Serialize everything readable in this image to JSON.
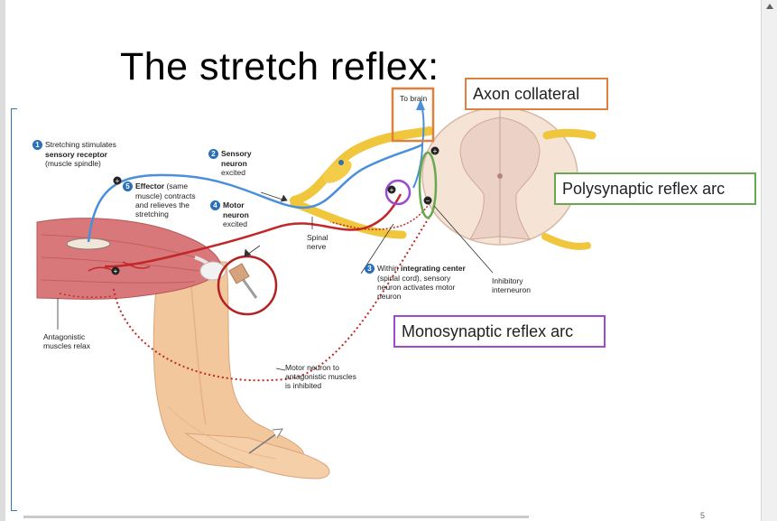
{
  "slide": {
    "title": "The stretch reflex:",
    "page_number": "5"
  },
  "callouts": {
    "axon_collateral": "Axon collateral",
    "polysynaptic": "Polysynaptic reflex arc",
    "monosynaptic": "Monosynaptic reflex arc"
  },
  "figure": {
    "to_brain": "To brain",
    "step1": {
      "num": "1",
      "line1": "Stretching stimulates",
      "line2": "sensory receptor",
      "line3": "(muscle spindle)"
    },
    "step2": {
      "num": "2",
      "line1": "Sensory",
      "line2": "neuron",
      "line3": "excited"
    },
    "step3": {
      "num": "3",
      "line1_a": "Within ",
      "line1_b": "integrating center",
      "line2": "(spinal cord), sensory",
      "line3": "neuron activates motor",
      "line4": "neuron"
    },
    "step4": {
      "num": "4",
      "line1": "Motor",
      "line2": "neuron",
      "line3": "excited"
    },
    "step5": {
      "num": "5",
      "line1_a": "Effector",
      "line1_b": " (same",
      "line2": "muscle) contracts",
      "line3": "and relieves the",
      "line4": "stretching"
    },
    "spinal_nerve": {
      "line1": "Spinal",
      "line2": "nerve"
    },
    "inhibitory": {
      "line1": "Inhibitory",
      "line2": "interneuron"
    },
    "antagonistic": {
      "line1": "Antagonistic",
      "line2": "muscles relax"
    },
    "motor_antagonistic": {
      "line1": "Motor neuron to",
      "line2": "antagonistic muscles",
      "line3": "is inhibited"
    }
  },
  "colors": {
    "axon_box": "#e0803f",
    "poly_box": "#6aa84f",
    "mono_box": "#9c4ad0",
    "sensory_neuron": "#4a90d9",
    "motor_neuron": "#c0282a",
    "knee_circle": "#b22222"
  }
}
